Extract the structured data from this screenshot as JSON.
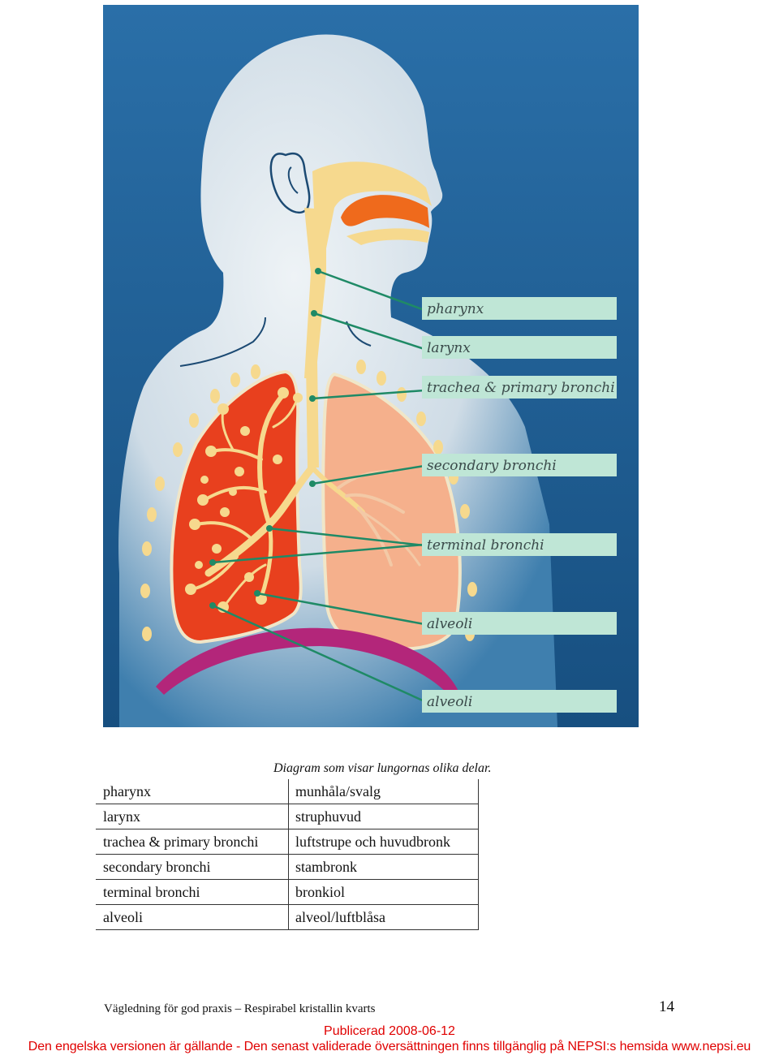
{
  "diagram": {
    "labels": {
      "pharynx": "pharynx",
      "larynx": "larynx",
      "trachea": "trachea & primary bronchi",
      "secondary": "secondary bronchi",
      "terminal": "terminal bronchi",
      "alveoli_1": "alveoli",
      "alveoli_2": "alveoli"
    }
  },
  "caption": "Diagram som visar lungornas olika delar.",
  "table": {
    "rows": [
      {
        "en": "pharynx",
        "sv": "munhåla/svalg"
      },
      {
        "en": "larynx",
        "sv": "struphuvud"
      },
      {
        "en": "trachea & primary bronchi",
        "sv": "luftstrupe och huvudbronk"
      },
      {
        "en": "secondary bronchi",
        "sv": "stambronk"
      },
      {
        "en": "terminal bronchi",
        "sv": "bronkiol"
      },
      {
        "en": "alveoli",
        "sv": "alveol/luftblåsa"
      }
    ]
  },
  "footer": {
    "title": "Vägledning för god praxis – Respirabel kristallin kvarts",
    "page_number": "14",
    "published": "Publicerad 2008-06-12",
    "disclaimer": "Den engelska versionen är gällande - Den senast validerade översättningen finns tillgänglig på NEPSI:s hemsida www.nepsi.eu"
  },
  "colors": {
    "background_blue": "#1f5f96",
    "body_silhouette": "#dfe8ee",
    "airway_yellow": "#f6d98e",
    "lung_left_red": "#e8401e",
    "lung_right_peach": "#f5b08c",
    "diaphragm_magenta": "#b3267a",
    "label_box_green": "#bfe6d6",
    "leader_line_green": "#1f8a66",
    "footer_red": "#e00000"
  }
}
